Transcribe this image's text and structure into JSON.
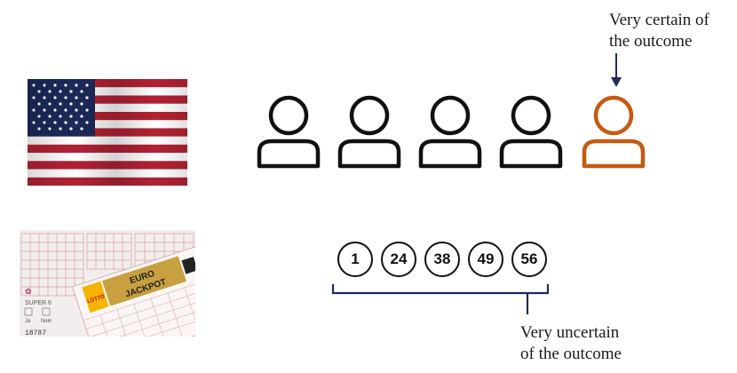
{
  "annotations": {
    "certain": {
      "line1": "Very certain of",
      "line2": "the outcome"
    },
    "uncertain": {
      "line1": "Very uncertain",
      "line2": "of the outcome"
    }
  },
  "images": {
    "flag": "american-flag-photo",
    "lottery": "lottery-ticket-photo",
    "lottery_text": {
      "brand": "LOTTO",
      "title_line1": "EURO",
      "title_line2": "JACKPOT",
      "super6": "SUPER 6",
      "ja": "Ja",
      "nein": "Nein",
      "number": "18787"
    }
  },
  "people": [
    {
      "color": "#111111",
      "highlight": false
    },
    {
      "color": "#111111",
      "highlight": false
    },
    {
      "color": "#111111",
      "highlight": false
    },
    {
      "color": "#111111",
      "highlight": false
    },
    {
      "color": "#c55a11",
      "highlight": true
    }
  ],
  "lottery_numbers": [
    "1",
    "24",
    "38",
    "49",
    "56"
  ],
  "colors": {
    "arrow": "#1f2a5a",
    "bracket": "#1f2a5a",
    "highlight": "#c55a11"
  }
}
